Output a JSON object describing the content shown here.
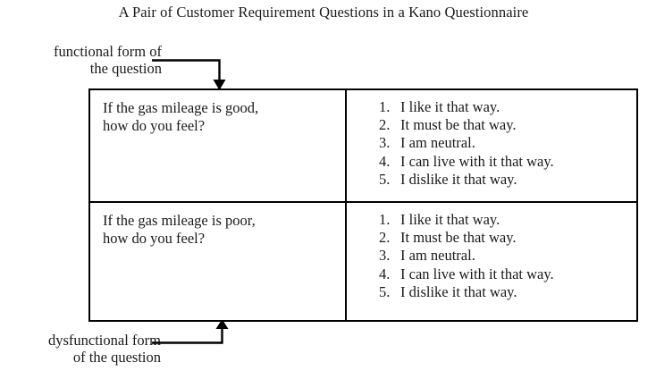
{
  "figure": {
    "title": "A Pair of Customer Requirement Questions in a Kano Questionnaire",
    "colors": {
      "background": "#ffffff",
      "border": "#000000",
      "text": "#1a1a1a"
    }
  },
  "callouts": {
    "functional": {
      "line1": "functional form of",
      "line2": "the question",
      "arrow_direction": "down",
      "arrow_icon": "arrow-down-icon"
    },
    "dysfunctional": {
      "line1": "dysfunctional form",
      "line2": "of the question",
      "arrow_direction": "up",
      "arrow_icon": "arrow-up-icon"
    }
  },
  "table": {
    "rows": [
      {
        "id": "functional",
        "question": "If the gas mileage is good,\nhow do you feel?",
        "answers": [
          {
            "num": "1.",
            "text": "I like it that way."
          },
          {
            "num": "2.",
            "text": "It must be that way."
          },
          {
            "num": "3.",
            "text": "I am neutral."
          },
          {
            "num": "4.",
            "text": "I can live with it that way."
          },
          {
            "num": "5.",
            "text": "I dislike it that way."
          }
        ]
      },
      {
        "id": "dysfunctional",
        "question": "If the gas mileage is poor,\nhow do you feel?",
        "answers": [
          {
            "num": "1.",
            "text": "I like it that way."
          },
          {
            "num": "2.",
            "text": "It must be that way."
          },
          {
            "num": "3.",
            "text": "I am neutral."
          },
          {
            "num": "4.",
            "text": "I can live with it that way."
          },
          {
            "num": "5.",
            "text": "I dislike it that way."
          }
        ]
      }
    ]
  }
}
